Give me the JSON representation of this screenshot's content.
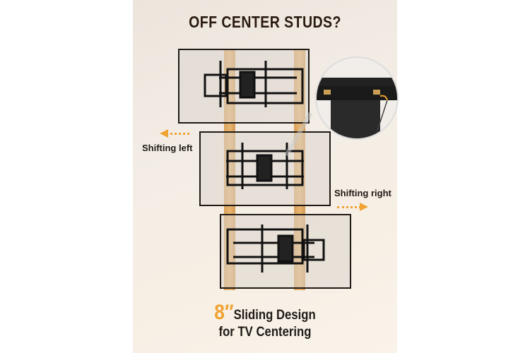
{
  "title": "OFF CENTER STUDS?",
  "labels": {
    "shift_left": "Shifting left",
    "shift_right": "Shifting right"
  },
  "bottom": {
    "size": "8″",
    "line1": "Sliding Design",
    "line2": "for TV Centering"
  },
  "colors": {
    "accent": "#f0a232",
    "text": "#1f1a16",
    "stud": "#e0aa62"
  }
}
